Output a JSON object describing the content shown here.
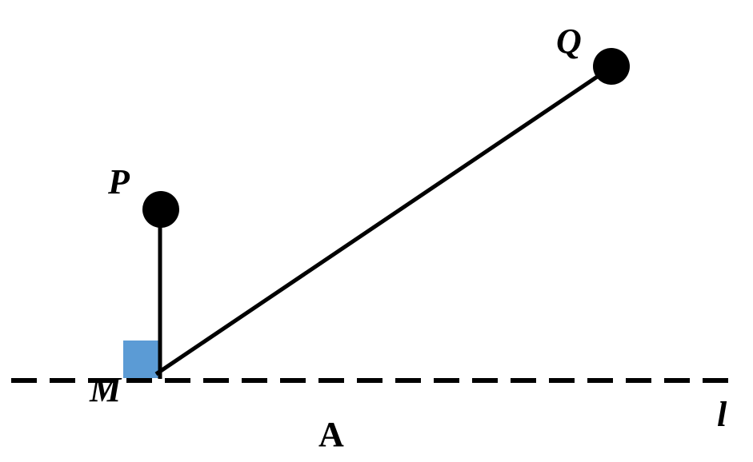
{
  "labels": {
    "point_p": "P",
    "point_q": "Q",
    "point_m": "M",
    "line_l": "l",
    "caption": "A"
  },
  "colors": {
    "stroke": "#000000",
    "right_angle_marker": "#5b9bd5",
    "background": "#ffffff"
  },
  "line_styles": {
    "line_l": "dashed",
    "segment_pm": "solid",
    "segment_mq": "solid"
  }
}
